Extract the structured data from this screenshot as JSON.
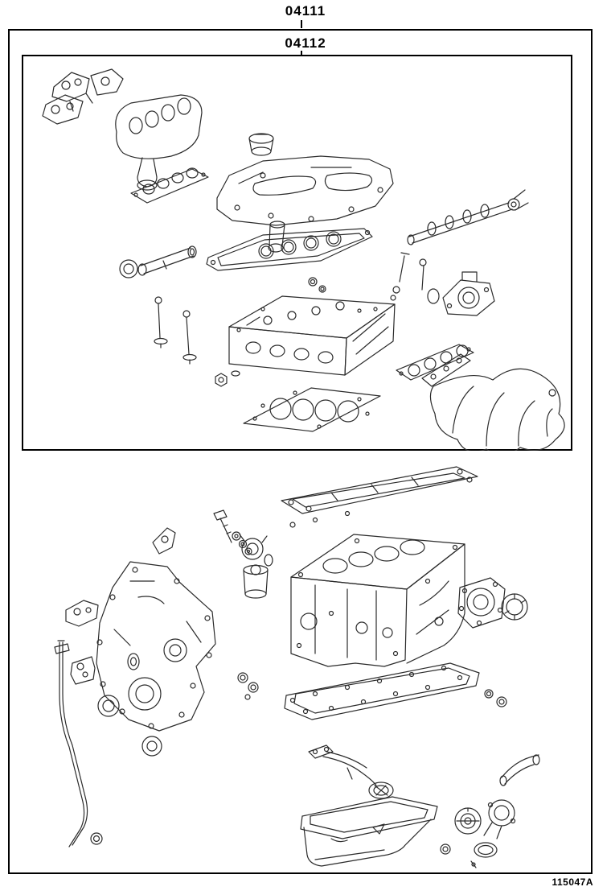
{
  "page": {
    "title_code": "04111",
    "subgroup_code": "04112",
    "figure_number": "115047A"
  },
  "diagram": {
    "kind": "exploded-parts-diagram",
    "line_color": "#2b2b2b",
    "background": "#ffffff",
    "upper_parts": [
      "heat-shield-brackets",
      "exhaust-manifold",
      "exhaust-manifold-gasket",
      "oil-filler-cap",
      "cylinder-head-cover",
      "cylinder-head-cover-gasket",
      "camshaft",
      "fastener-set",
      "water-outlet",
      "camshaft-oil-seal",
      "cam-housing-tube",
      "valve-set",
      "small-seal-washers",
      "cylinder-head",
      "stud-nut",
      "intake-manifold-gasket",
      "intake-manifold",
      "cylinder-head-gasket"
    ],
    "lower_parts": [
      "baffle-gasket-frame",
      "bolt-and-washers",
      "front-cover-seal",
      "oil-filter",
      "cover-bracket",
      "timing-chain-cover",
      "bracket-left-1",
      "bracket-left-2",
      "dipstick-tube",
      "oil-seal-1",
      "oil-seal-2",
      "small-seals-mid",
      "cylinder-block",
      "rear-seal-retainer",
      "rear-oil-seal",
      "oil-pan-gasket",
      "small-seals-right",
      "oil-strainer",
      "oil-pan",
      "water-inlet-pipe",
      "water-inlet-housing",
      "thermostat",
      "housing-gasket",
      "o-ring"
    ]
  }
}
